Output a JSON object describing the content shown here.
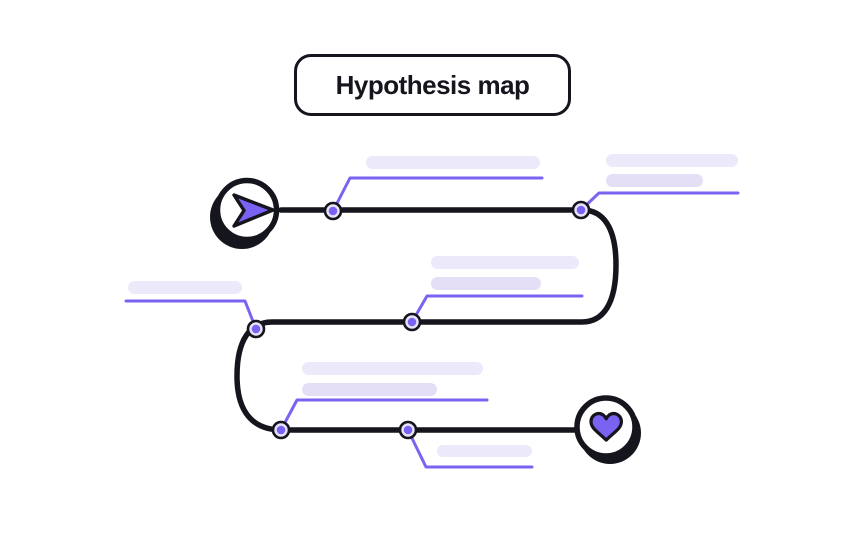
{
  "title": {
    "label": "Hypothesis map"
  },
  "colors": {
    "background": "#FFFFFF",
    "ink": "#15151D",
    "accent": "#7C62F2",
    "bar-light": "#ECE9FB",
    "bar-dark": "#E4DFF7",
    "waypoint-fill": "#E7E3F8"
  },
  "diagram": {
    "start_node": {
      "icon": "send-arrow-icon"
    },
    "end_node": {
      "icon": "heart-icon"
    },
    "waypoint_count": 6,
    "callouts": [
      {
        "position": "top-left",
        "placeholder_lines": 1
      },
      {
        "position": "top-right",
        "placeholder_lines": 2
      },
      {
        "position": "middle-left",
        "placeholder_lines": 1
      },
      {
        "position": "middle-center",
        "placeholder_lines": 2
      },
      {
        "position": "bottom-left",
        "placeholder_lines": 2
      },
      {
        "position": "bottom-right",
        "placeholder_lines": 1
      }
    ]
  }
}
